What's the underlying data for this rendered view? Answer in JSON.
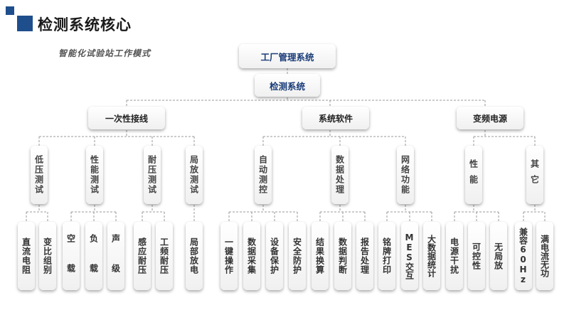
{
  "title": "检测系统核心",
  "subtitle": "智能化试验站工作模式",
  "root": "工厂管理系统",
  "level1": "检测系统",
  "categories": [
    {
      "label": "一次性接线",
      "groups": [
        {
          "label": "低压测试",
          "items": [
            "直流电阻",
            "变比组别"
          ]
        },
        {
          "label": "性能测试",
          "items": [
            "空 载",
            "负 载",
            "声 级"
          ]
        },
        {
          "label": "耐压测试",
          "items": [
            "感应耐压",
            "工频耐压"
          ]
        },
        {
          "label": "局放测试",
          "items": [
            "局部放电"
          ]
        }
      ]
    },
    {
      "label": "系统软件",
      "groups": [
        {
          "label": "自动测控",
          "items": [
            "一键操作",
            "数据采集",
            "设备保护",
            "安全防护"
          ]
        },
        {
          "label": "数据处理",
          "items": [
            "结果换算",
            "数据判断",
            "报告处理"
          ]
        },
        {
          "label": "网络功能",
          "items": [
            "铭牌打印",
            "MES交互",
            "大数据统计"
          ]
        }
      ]
    },
    {
      "label": "变频电源",
      "groups": [
        {
          "label": "性能",
          "items": [
            "电源干扰",
            "可控性",
            "无局放"
          ]
        },
        {
          "label": "其它",
          "items": [
            "兼容60Hz",
            "满电流无功"
          ]
        }
      ]
    }
  ],
  "colors": {
    "accent": "#1f4e8c"
  }
}
